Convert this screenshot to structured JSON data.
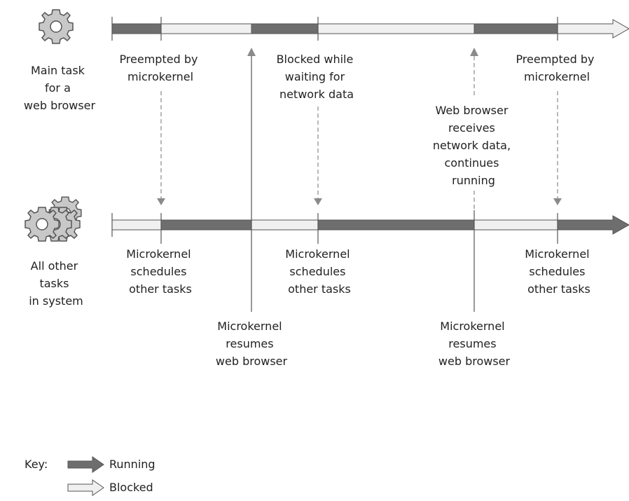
{
  "tasks": {
    "main": {
      "label": [
        "Main task",
        "for a",
        "web browser"
      ]
    },
    "other": {
      "label": [
        "All other",
        "tasks",
        "in system"
      ]
    }
  },
  "annotations": {
    "preempted_1": [
      "Preempted by",
      "microkernel"
    ],
    "blocked_wait": [
      "Blocked while",
      "waiting for",
      "network data"
    ],
    "preempted_2": [
      "Preempted by",
      "microkernel"
    ],
    "receives_data": [
      "Web browser",
      "receives",
      "network data,",
      "continues",
      "running"
    ],
    "schedules_1": [
      "Microkernel",
      "schedules",
      "other tasks"
    ],
    "schedules_2": [
      "Microkernel",
      "schedules",
      "other tasks"
    ],
    "schedules_3": [
      "Microkernel",
      "schedules",
      "other tasks"
    ],
    "resumes_1": [
      "Microkernel",
      "resumes",
      "web browser"
    ],
    "resumes_2": [
      "Microkernel",
      "resumes",
      "web browser"
    ]
  },
  "key": {
    "title": "Key:",
    "running": "Running",
    "blocked": "Blocked"
  },
  "colors": {
    "running": "#6e6e6e",
    "blocked": "#f0f0f0",
    "outline": "#555555",
    "dashed": "#8a8a8a",
    "gear": "#c8c8c8"
  }
}
